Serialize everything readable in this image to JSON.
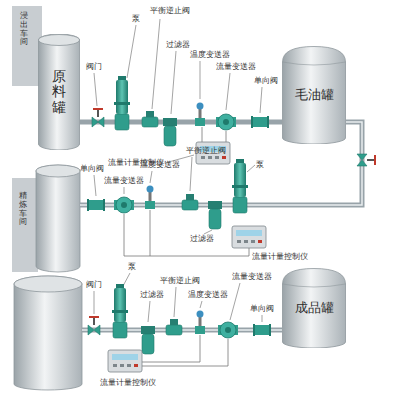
{
  "diagram": {
    "nodes": [
      {
        "text": [
          "原料罐"
        ]
      },
      {
        "text": [
          "毛油罐"
        ]
      },
      {
        "text": [
          "成品罐"
        ]
      }
    ],
    "edges": [
      {
        "from": 0,
        "to": 1,
        "arrow": "none"
      }
    ],
    "labels": [
      "浸出车间",
      "阀门",
      "泵",
      "平衡逆止阀",
      "过滤器",
      "温度变送器",
      "流量变送器",
      "单向阀",
      "流量计量控制仪",
      "精炼车间",
      "单向阀",
      "流量变送器",
      "温度变送器",
      "平衡逆止阀",
      "泵",
      "过滤器",
      "流量计量控制仪",
      "泵",
      "阀门",
      "过滤器",
      "平衡逆止阀",
      "温度变送器",
      "流量变送器",
      "单向阀",
      "流量计量控制仪"
    ]
  }
}
